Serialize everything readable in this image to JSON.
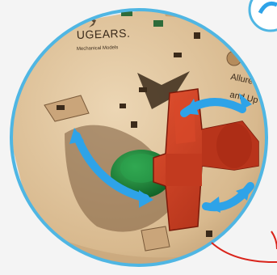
{
  "brand": {
    "name": "UGEARS.",
    "tagline": "Mechanical Models"
  },
  "engraving": {
    "line1": "Allure ",
    "line2": "and Up"
  },
  "colors": {
    "wood": "#e2c8a4",
    "wood_dark": "#c9a77c",
    "frame": "#4fb6e3",
    "arrow": "#2ea3e8",
    "gear_red": "#cc3b22",
    "gear_dark": "#8f1f0f",
    "green": "#1f8a3a",
    "pointer": "#d9241b"
  },
  "icons": {
    "double_arrow_top": "curved-double-arrow-icon",
    "double_arrow_left": "double-arrow-icon"
  }
}
